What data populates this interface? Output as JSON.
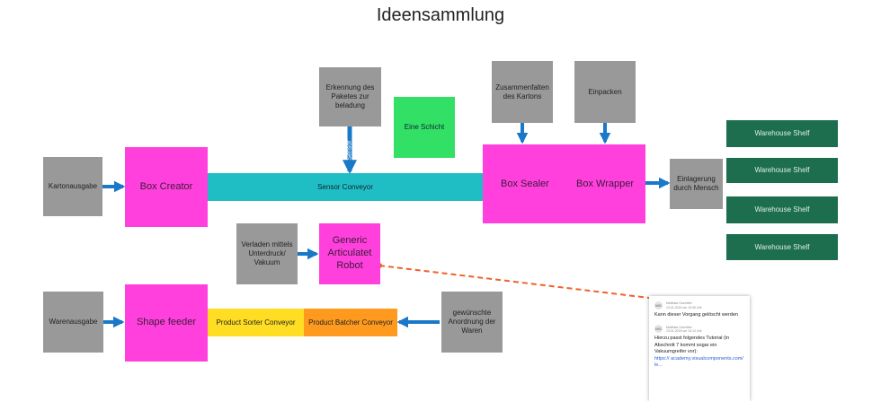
{
  "title": "Ideensammlung",
  "nodes": {
    "kartonausgabe": "Kartonausgabe",
    "box_creator": "Box Creator",
    "sensor_conveyor": "Sensor Conveyor",
    "erkennung": "Erkennung des Paketes zur beladung",
    "sensor_label": "Sensor",
    "eine_schicht": "Eine Schicht",
    "zusammenfalten": "Zusammenfalten des Kartons",
    "einpacken": "Einpacken",
    "box_sealer": "Box Sealer",
    "box_wrapper": "Box Wrapper",
    "einlagerung": "Einlagerung durch Mensch",
    "shelf_1": "Warehouse Shelf",
    "shelf_2": "Warehouse Shelf",
    "shelf_3": "Warehouse Shelf",
    "shelf_4": "Warehouse Shelf",
    "verladen": "Verladen mittels Unterdruck/ Vakuum",
    "generic_robot": "Generic Articulatet Robot",
    "warenausgabe": "Warenausgabe",
    "shape_feeder": "Shape feeder",
    "product_sorter": "Product Sorter Conveyor",
    "product_batcher": "Product Batcher Conveyor",
    "gewuenschte": "gewünschte Anordnung der Waren"
  },
  "comments": [
    {
      "initials": "MG",
      "author": "Matthias Guenther",
      "time": "13.01.2024 um 13:40 Uhr",
      "text": "Kann dieser Vorgang gelöscht werden"
    },
    {
      "initials": "MG",
      "author": "Matthias Guenther",
      "time": "13.01.2024 um 14:12 Uhr",
      "text": "Hierzu passt folgendes Tutorial (in Abschnitt 7 kommt sogar ein Vakuumgreifer vor):",
      "link": "https:// academy.visualcomponents.com/ le..."
    }
  ],
  "colors": {
    "arrow": "#1a78c8",
    "dashed_connector": "#f0602a",
    "gray": "#999999",
    "pink": "#ff40dc",
    "teal": "#1fbec4",
    "yellow": "#ffdd22",
    "orange": "#ff9a1e",
    "green": "#33e066",
    "shelf": "#1d6e4f"
  }
}
